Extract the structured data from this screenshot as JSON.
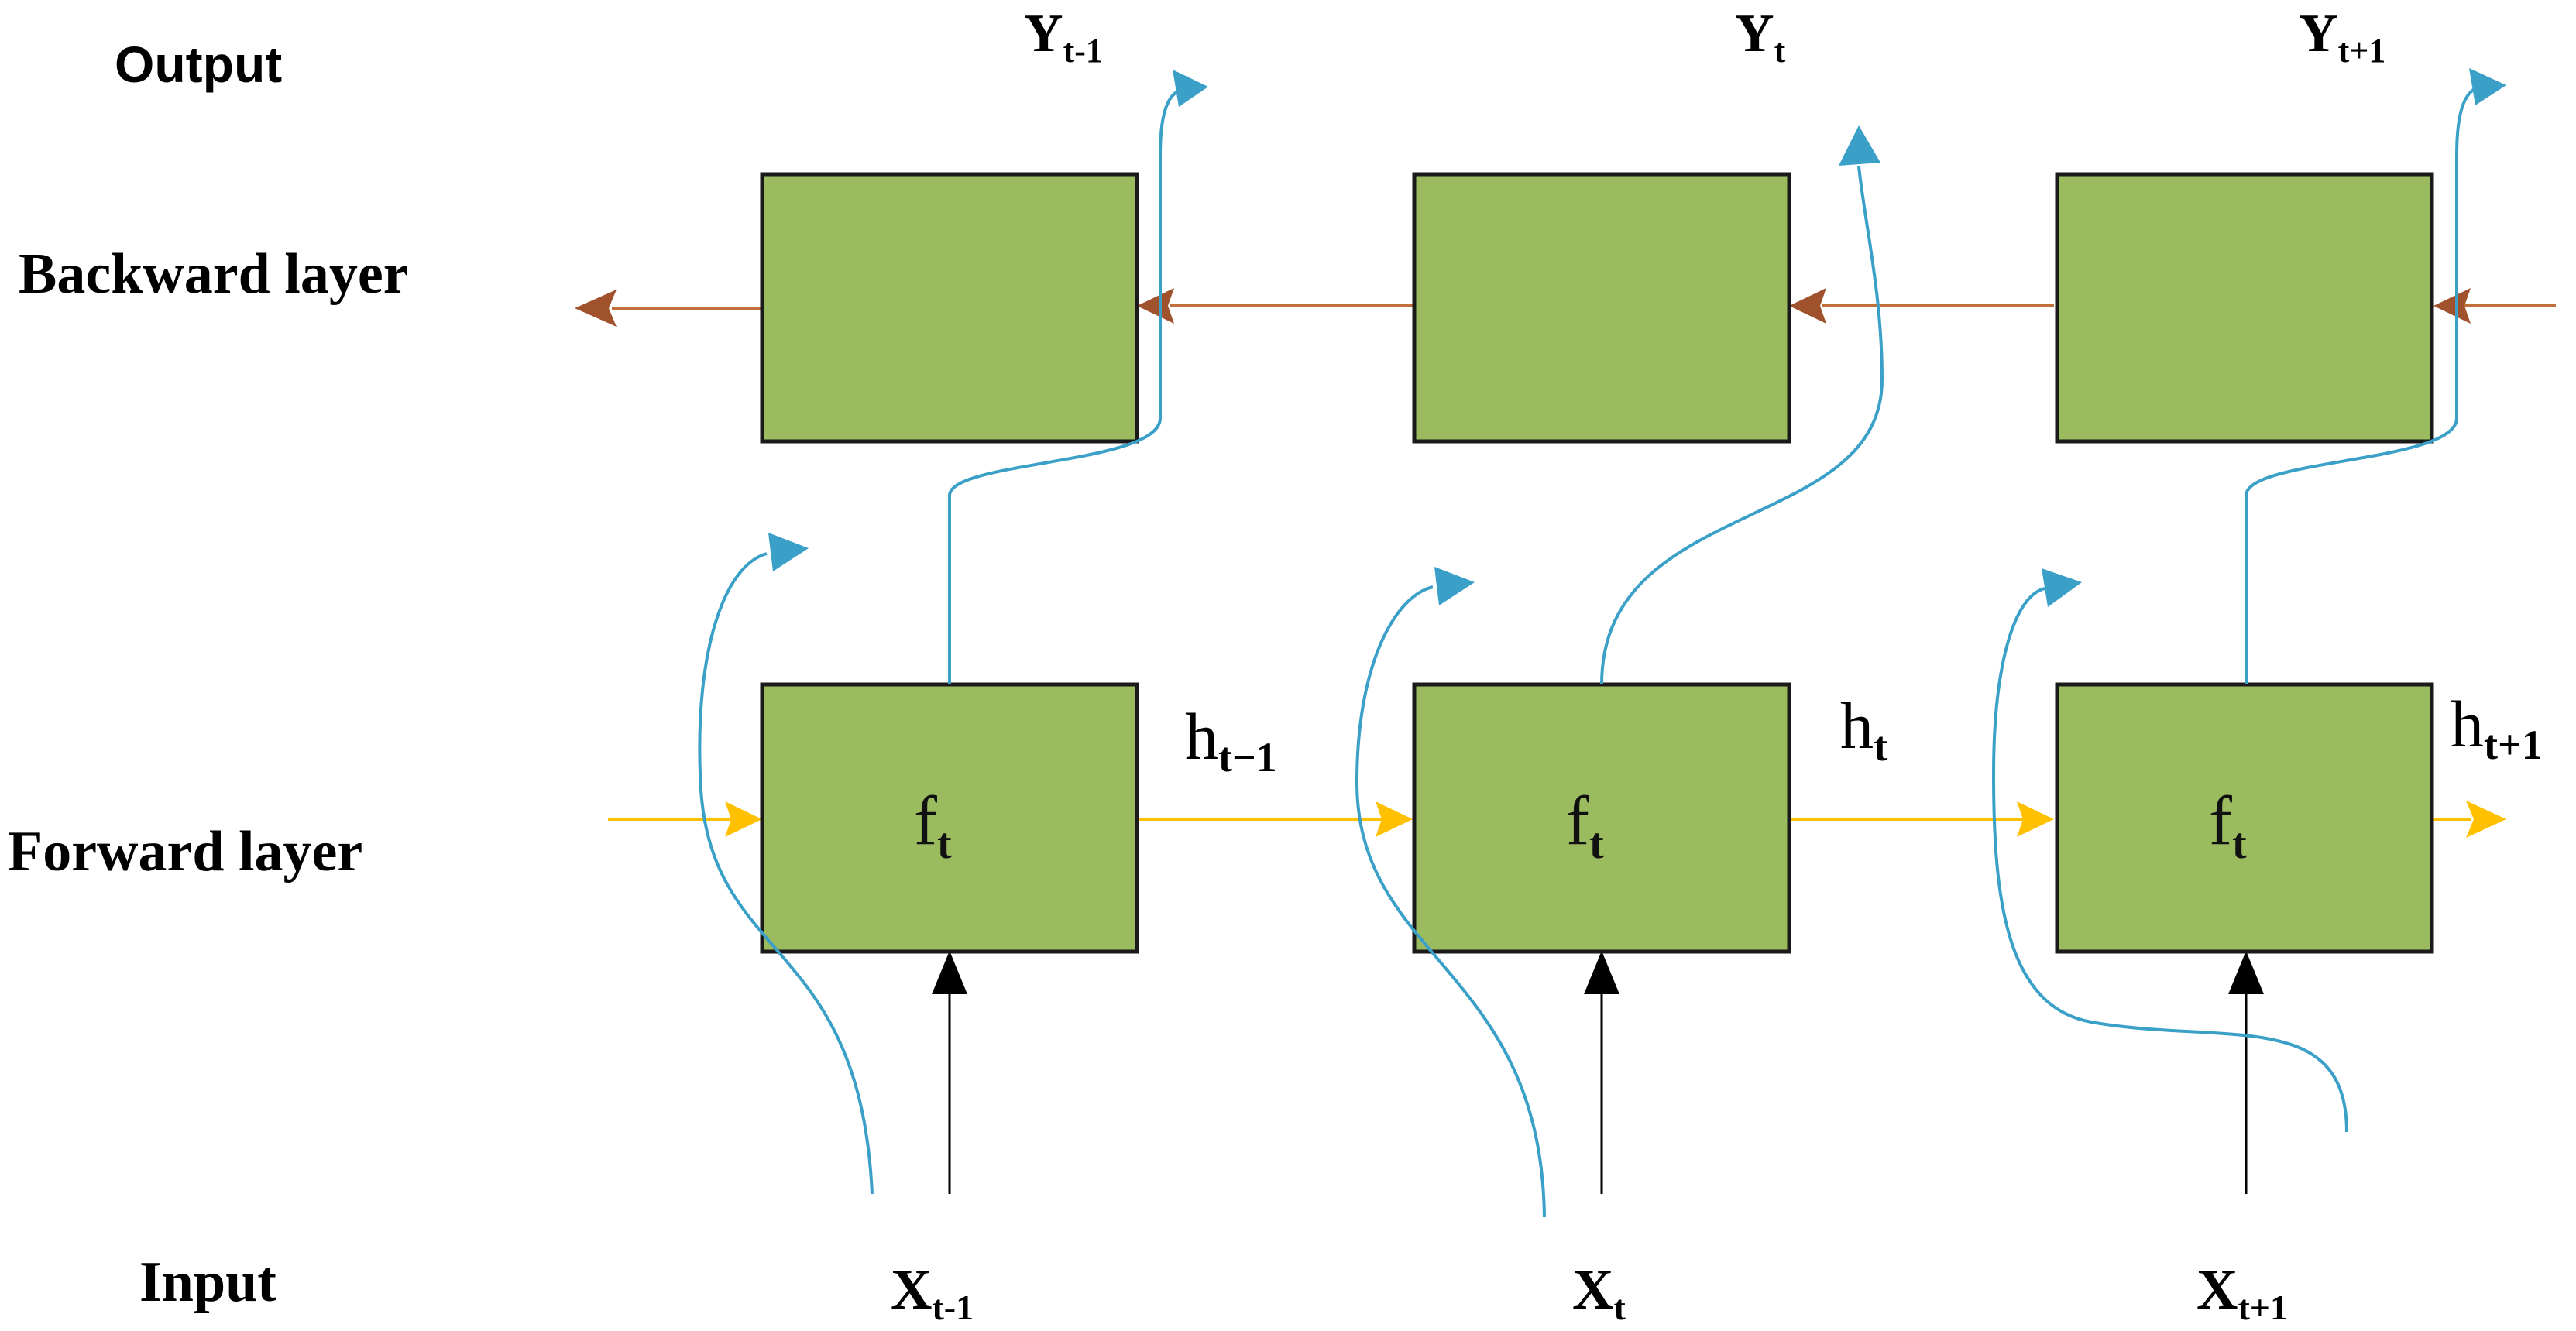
{
  "rows": {
    "output": "Output",
    "backward": "Backward layer",
    "forward": "Forward layer",
    "input": "Input"
  },
  "cells": [
    {
      "fn": "f",
      "fn_sub": "t",
      "out": "Y",
      "out_sub": "t-1",
      "in": "X",
      "in_sub": "t-1",
      "hidden": "h",
      "hidden_sub": "t−1"
    },
    {
      "fn": "f",
      "fn_sub": "t",
      "out": "Y",
      "out_sub": "t",
      "in": "X",
      "in_sub": "t",
      "hidden": "h",
      "hidden_sub": "t"
    },
    {
      "fn": "f",
      "fn_sub": "t",
      "out": "Y",
      "out_sub": "t+1",
      "in": "X",
      "in_sub": "t+1",
      "hidden": "h",
      "hidden_sub": "t+1"
    }
  ],
  "colors": {
    "cell_fill": "#9bbb5f",
    "forward_arrow": "#ffc000",
    "backward_arrow": "#a0522d",
    "input_arrow": "#000000",
    "flow_arrow": "#3aa0c8"
  }
}
